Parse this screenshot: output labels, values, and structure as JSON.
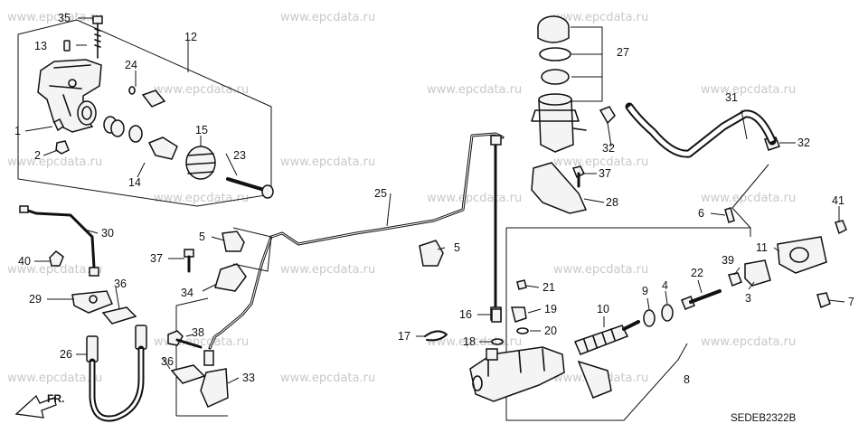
{
  "watermark": "www.epcdata.ru",
  "diagram_code": "SEDEB2322B",
  "front_label": "FR.",
  "callouts": {
    "c1": "1",
    "c2": "2",
    "c3": "3",
    "c4": "4",
    "c5a": "5",
    "c5b": "5",
    "c6": "6",
    "c7": "7",
    "c8": "8",
    "c9": "9",
    "c10": "10",
    "c11": "11",
    "c12": "12",
    "c13": "13",
    "c14": "14",
    "c15": "15",
    "c16": "16",
    "c17": "17",
    "c18": "18",
    "c19": "19",
    "c20": "20",
    "c21": "21",
    "c22": "22",
    "c23": "23",
    "c24": "24",
    "c25": "25",
    "c26": "26",
    "c27": "27",
    "c28": "28",
    "c29": "29",
    "c30": "30",
    "c31": "31",
    "c32a": "32",
    "c32b": "32",
    "c33": "33",
    "c34": "34",
    "c35": "35",
    "c36a": "36",
    "c36b": "36",
    "c37a": "37",
    "c37b": "37",
    "c38": "38",
    "c39": "39",
    "c40": "40",
    "c41": "41"
  }
}
